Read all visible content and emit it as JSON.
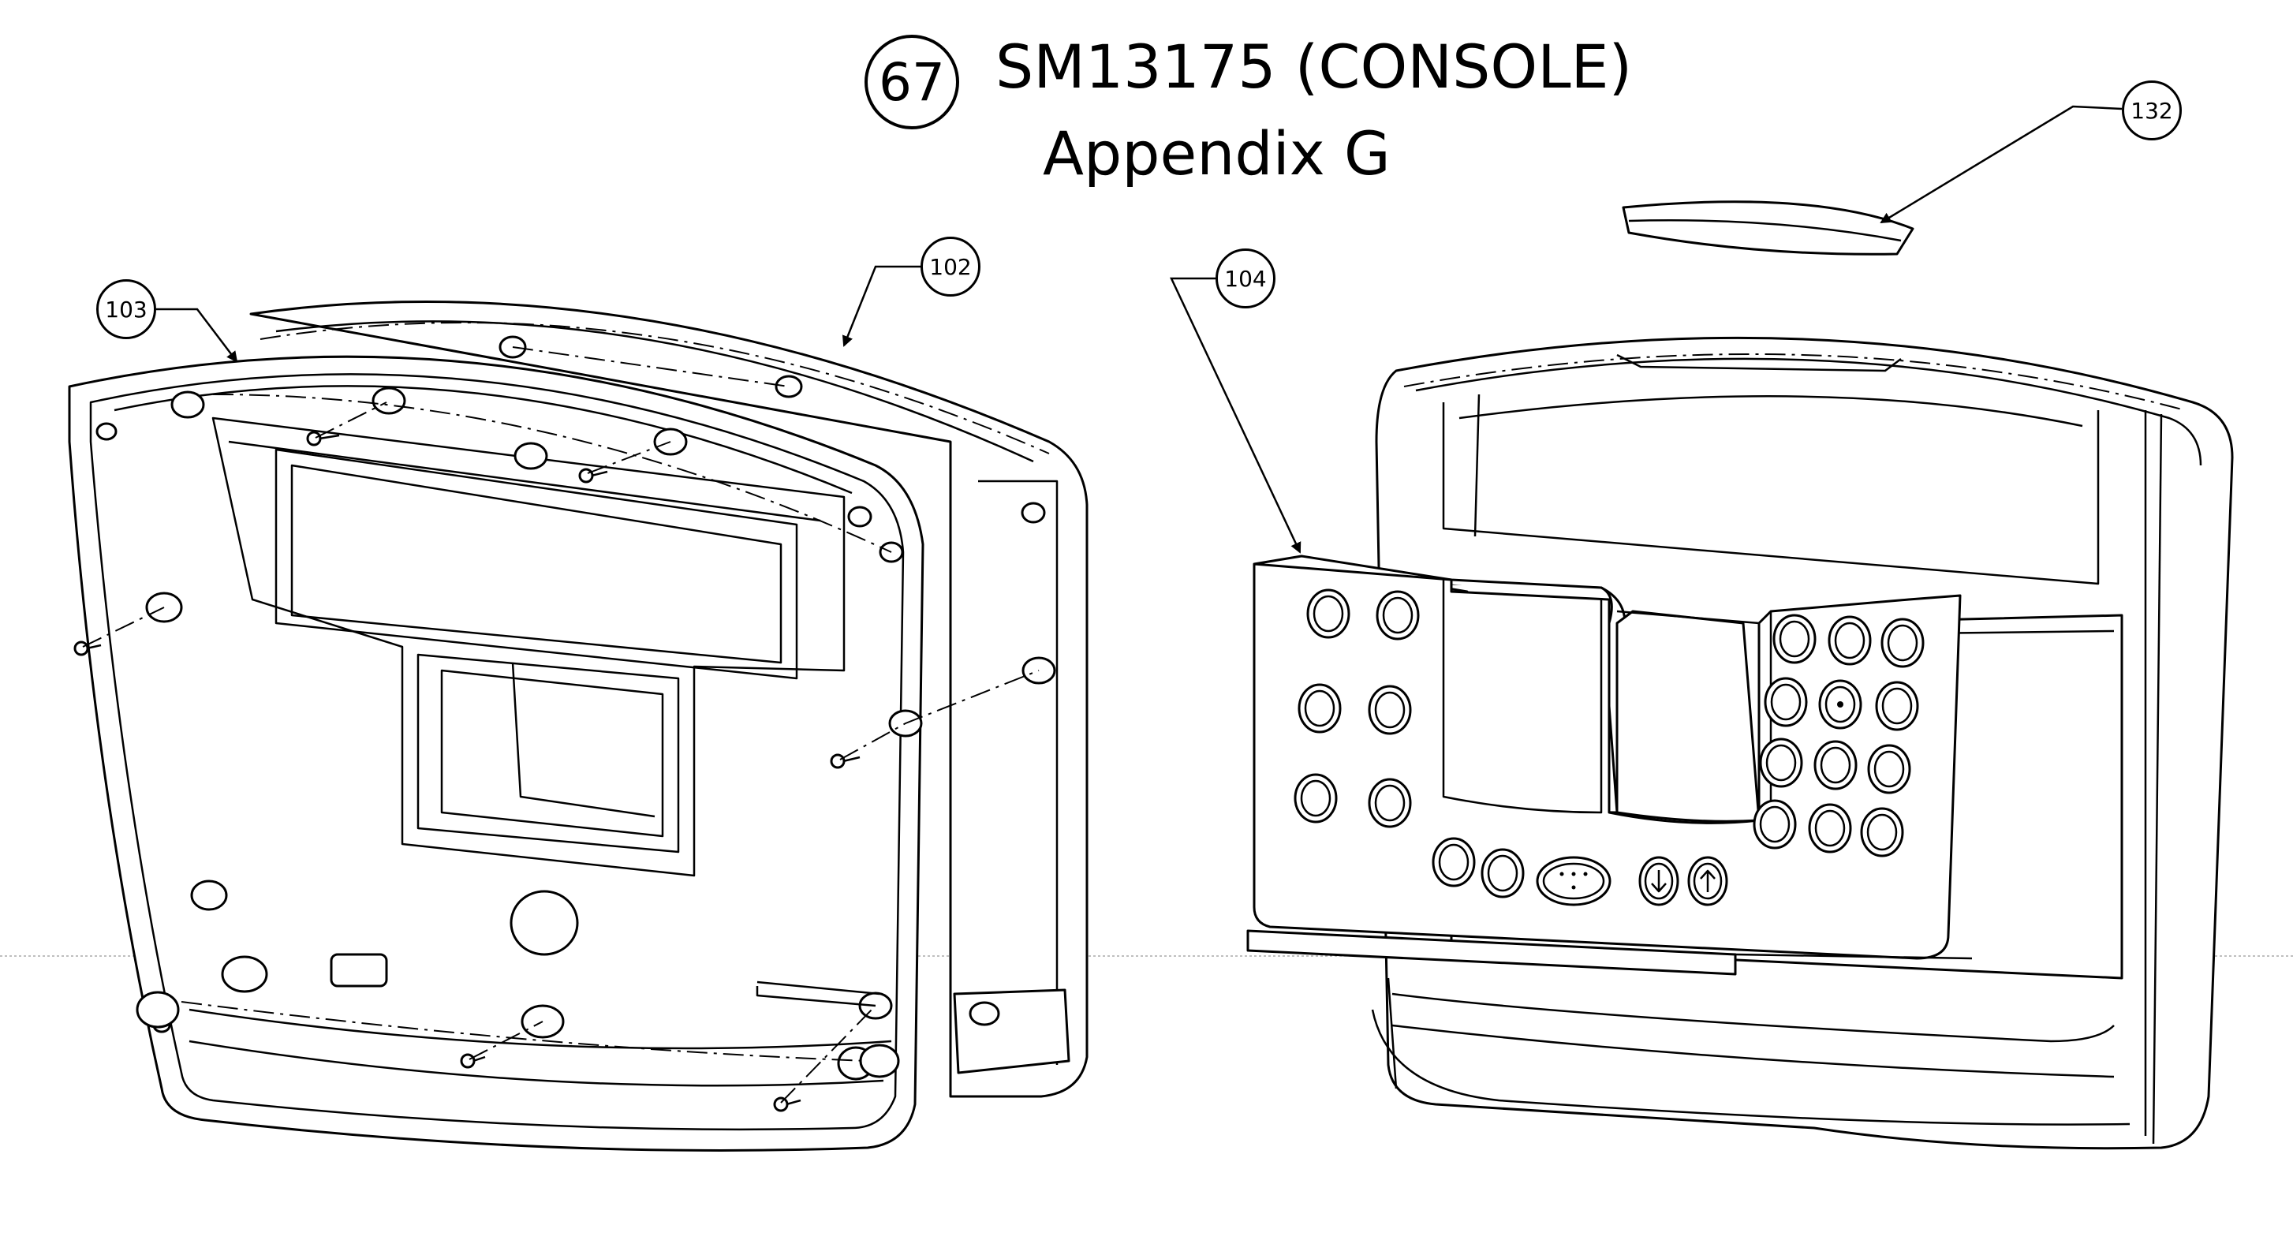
{
  "title": {
    "number": "67",
    "part_number": "SM13175 (CONSOLE)",
    "appendix": "Appendix G"
  },
  "callouts": [
    {
      "id": "103"
    },
    {
      "id": "102"
    },
    {
      "id": "104"
    },
    {
      "id": "132"
    }
  ],
  "colors": {
    "line": "#000000",
    "background": "#ffffff",
    "fill": "#ffffff"
  }
}
